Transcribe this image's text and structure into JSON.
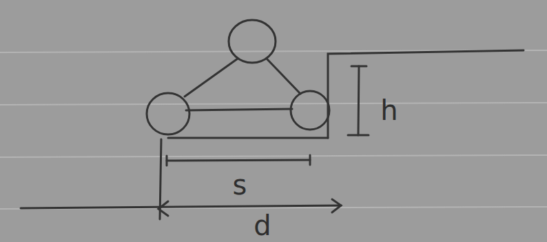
{
  "diagram": {
    "labels": [
      "h",
      "s",
      "d"
    ]
  }
}
